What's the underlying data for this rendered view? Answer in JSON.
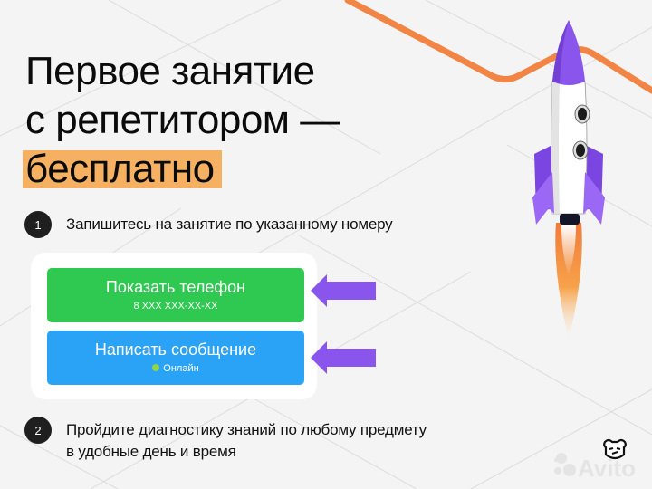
{
  "headline": {
    "line1": "Первое занятие",
    "line2": "с репетитором —",
    "highlight": "бесплатно"
  },
  "steps": [
    {
      "number": "1",
      "text": "Запишитесь на занятие по указанному номеру"
    },
    {
      "number": "2",
      "text_line1": "Пройдите диагностику знаний по любому предмету",
      "text_line2": "в удобные день и время"
    }
  ],
  "card": {
    "show_phone": {
      "label": "Показать телефон",
      "sub": "8 XXX XXX-XX-XX",
      "color": "#2fc952"
    },
    "message": {
      "label": "Написать сообщение",
      "status": "Онлайн",
      "color": "#2aa2f5",
      "status_color": "#8fd44a"
    }
  },
  "colors": {
    "background": "#f4f4f4",
    "highlight": "#f5b062",
    "arrow": "#8a55ec",
    "trajectory": "#f28444",
    "rocket_purple": "#8a55ec"
  },
  "brand": {
    "name": "Avito",
    "icons": [
      "bear-icon",
      "avito-dots-icon"
    ]
  }
}
